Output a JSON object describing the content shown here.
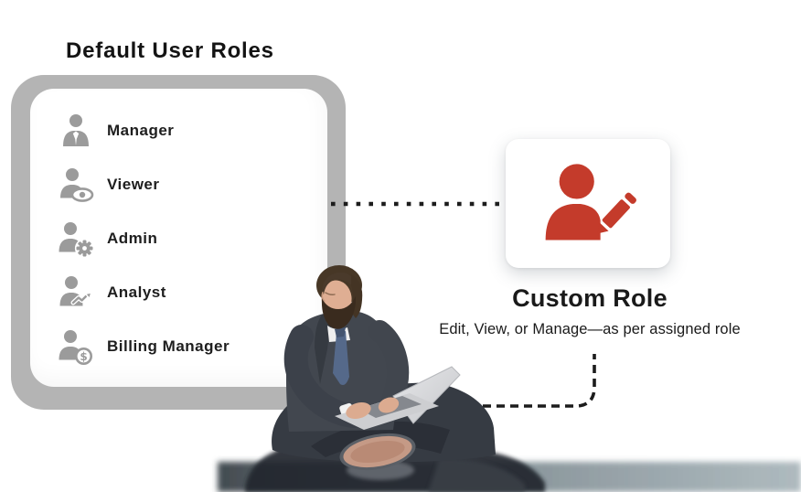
{
  "heading": {
    "title": "Default User Roles"
  },
  "default_roles_card": {
    "items": [
      {
        "label": "Manager",
        "icon": "user-tie-icon"
      },
      {
        "label": "Viewer",
        "icon": "user-eye-icon"
      },
      {
        "label": "Admin",
        "icon": "user-gear-icon"
      },
      {
        "label": "Analyst",
        "icon": "user-analytics-icon"
      },
      {
        "label": "Billing Manager",
        "icon": "user-billing-icon"
      }
    ]
  },
  "custom_role": {
    "title": "Custom Role",
    "subtitle": "Edit, View, or Manage—as per assigned role",
    "icon": "user-edit-icon"
  },
  "colors": {
    "accent_red": "#C43B2B",
    "icon_gray": "#9B9B9B",
    "card_shadow_gray": "#B4B4B4",
    "connector_black": "#1C1C1C",
    "text_dark": "#1A1A1A"
  }
}
